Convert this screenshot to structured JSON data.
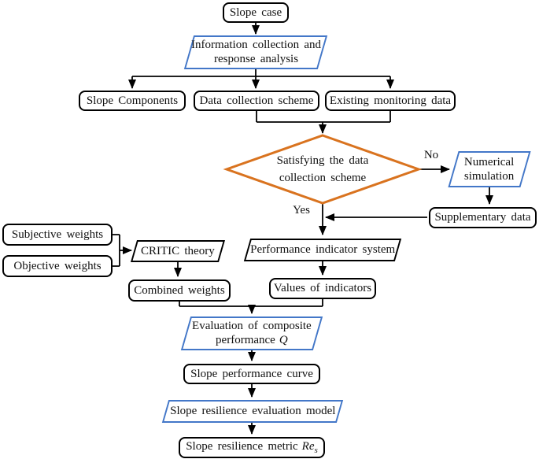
{
  "colors": {
    "accent_blue": "#4377C8",
    "accent_orange": "#D9731F",
    "line_black": "#000000"
  },
  "nodes": {
    "slope_case": {
      "label": "Slope case"
    },
    "info_collection": {
      "line1": "Information collection and",
      "line2": "response analysis"
    },
    "slope_components": {
      "label": "Slope Components"
    },
    "data_collection_scheme": {
      "label": "Data collection scheme"
    },
    "existing_monitoring_data": {
      "label": "Existing monitoring data"
    },
    "decision": {
      "line1": "Satisfying the data",
      "line2": "collection scheme"
    },
    "numerical_simulation": {
      "line1": "Numerical",
      "line2": "simulation"
    },
    "supplementary_data": {
      "label": "Supplementary data"
    },
    "subjective_weights": {
      "label": "Subjective weights"
    },
    "objective_weights": {
      "label": "Objective weights"
    },
    "critic_theory": {
      "label": "CRITIC theory"
    },
    "combined_weights": {
      "label": "Combined weights"
    },
    "performance_indicator_system": {
      "label": "Performance indicator system"
    },
    "values_of_indicators": {
      "label": "Values of indicators"
    },
    "evaluation_composite_performance": {
      "line1": "Evaluation of composite",
      "line2_text": "performance",
      "line2_symbol": "Q"
    },
    "slope_performance_curve": {
      "label": "Slope performance curve"
    },
    "slope_resilience_model": {
      "label": "Slope resilience evaluation model"
    },
    "slope_resilience_metric": {
      "text": "Slope resilience metric",
      "symbol": "Re",
      "subscript": "s"
    }
  },
  "edge_labels": {
    "yes": "Yes",
    "no": "No"
  }
}
